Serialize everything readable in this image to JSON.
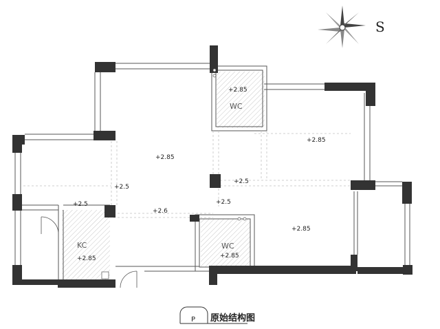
{
  "compass": {
    "direction_label": "S",
    "icon": "compass-rose-icon"
  },
  "rooms": {
    "wc_top": {
      "label": "WC",
      "elevation": "+2.85"
    },
    "wc_bottom": {
      "label": "WC",
      "elevation": "+2.85"
    },
    "kitchen": {
      "label": "KC",
      "elevation": "+2.85"
    }
  },
  "levels": {
    "living_room": "+2.85",
    "bedroom_upper_right": "+2.85",
    "bedroom_lower_right": "+2.85",
    "corridor_left": "+2.5",
    "corridor_center": "+2.5",
    "corridor_right": "+2.5",
    "entry_top": "+2.5",
    "hallway": "+2.6"
  },
  "caption": {
    "badge": "P",
    "title": "原始结构图"
  },
  "colors": {
    "wall_fill": "#333333",
    "hatch": "#bbbbbb",
    "window_line": "#999999",
    "dashed": "#bbbbbb"
  }
}
